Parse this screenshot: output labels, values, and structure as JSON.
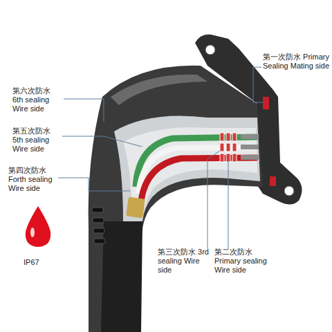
{
  "diagram": {
    "labels": [
      "第一次防水 Primary Sealing Mating side",
      "第六次防水 6th sealing Wire side",
      "第五次防水 5th sealing Wire side",
      "第四次防水 Forth sealing Wire side",
      "第三次防水 3rd sealing Wire side",
      "第二次防水 Primary sealing Wire side",
      "IP67"
    ]
  }
}
